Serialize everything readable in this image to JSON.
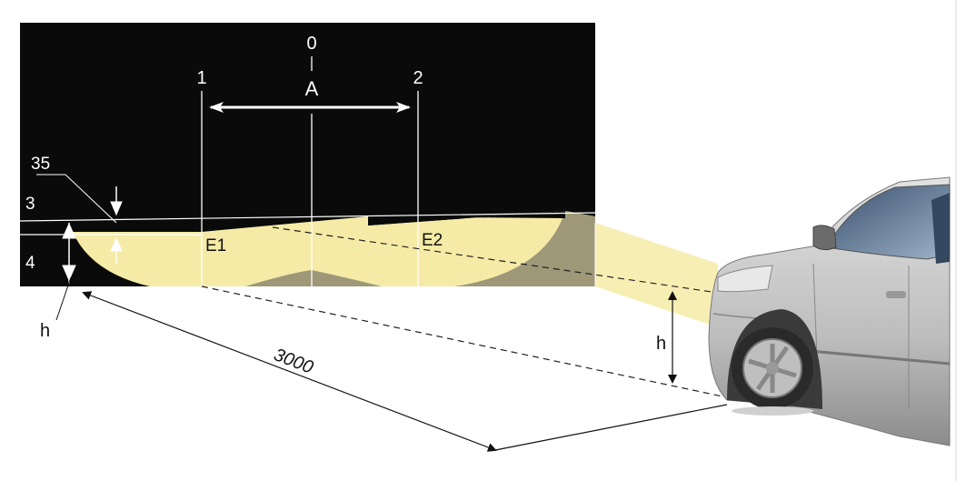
{
  "labels": {
    "zero": "0",
    "a": "A",
    "one": "1",
    "two": "2",
    "n35": "35",
    "n3": "3",
    "n4": "4",
    "h_left": "h",
    "h_right": "h",
    "e1": "E1",
    "e2": "E2",
    "distance": "3000"
  },
  "colors": {
    "screen": "#0a0a0a",
    "beam": "#f6eba6",
    "beam_shadow": "#9e9879",
    "car_body": "#c9c9c9",
    "lines": "#111111"
  },
  "icons": [
    "car-illustration",
    "dimension-arrows"
  ]
}
